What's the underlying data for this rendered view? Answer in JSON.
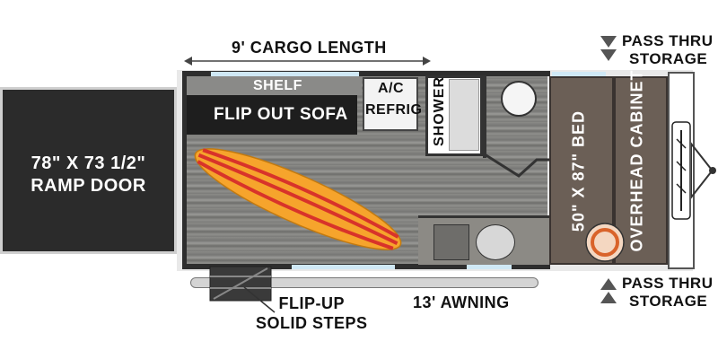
{
  "labels": {
    "cargo_length": "9' CARGO LENGTH",
    "ramp_door_line1": "78\" X 73 1/2\"",
    "ramp_door_line2": "RAMP DOOR",
    "shelf": "SHELF",
    "flip_out_sofa": "FLIP OUT SOFA",
    "ac": "A/C",
    "refrig": "REFRIG",
    "shower": "SHOWER",
    "bed": "50\" X 87\" BED",
    "overhead_cabinet": "OVERHEAD CABINET",
    "pass_thru_top_line1": "PASS THRU",
    "pass_thru_top_line2": "STORAGE",
    "pass_thru_bottom_line1": "PASS THRU",
    "pass_thru_bottom_line2": "STORAGE",
    "flip_up_line1": "FLIP-UP",
    "flip_up_line2": "SOLID STEPS",
    "awning": "13' AWNING"
  },
  "colors": {
    "ramp": "#2b2b2b",
    "floor": "#8a8a87",
    "sofa": "#1e1e1e",
    "bed": "#6b5f56",
    "surfboard": "#f6a42c",
    "surfboard_stripe": "#d8332a"
  },
  "icons": [
    "surfboard-icon",
    "toilet-icon",
    "sink-icon",
    "stove-icon",
    "steps-icon",
    "hitch-icon",
    "double-arrow-icon"
  ]
}
